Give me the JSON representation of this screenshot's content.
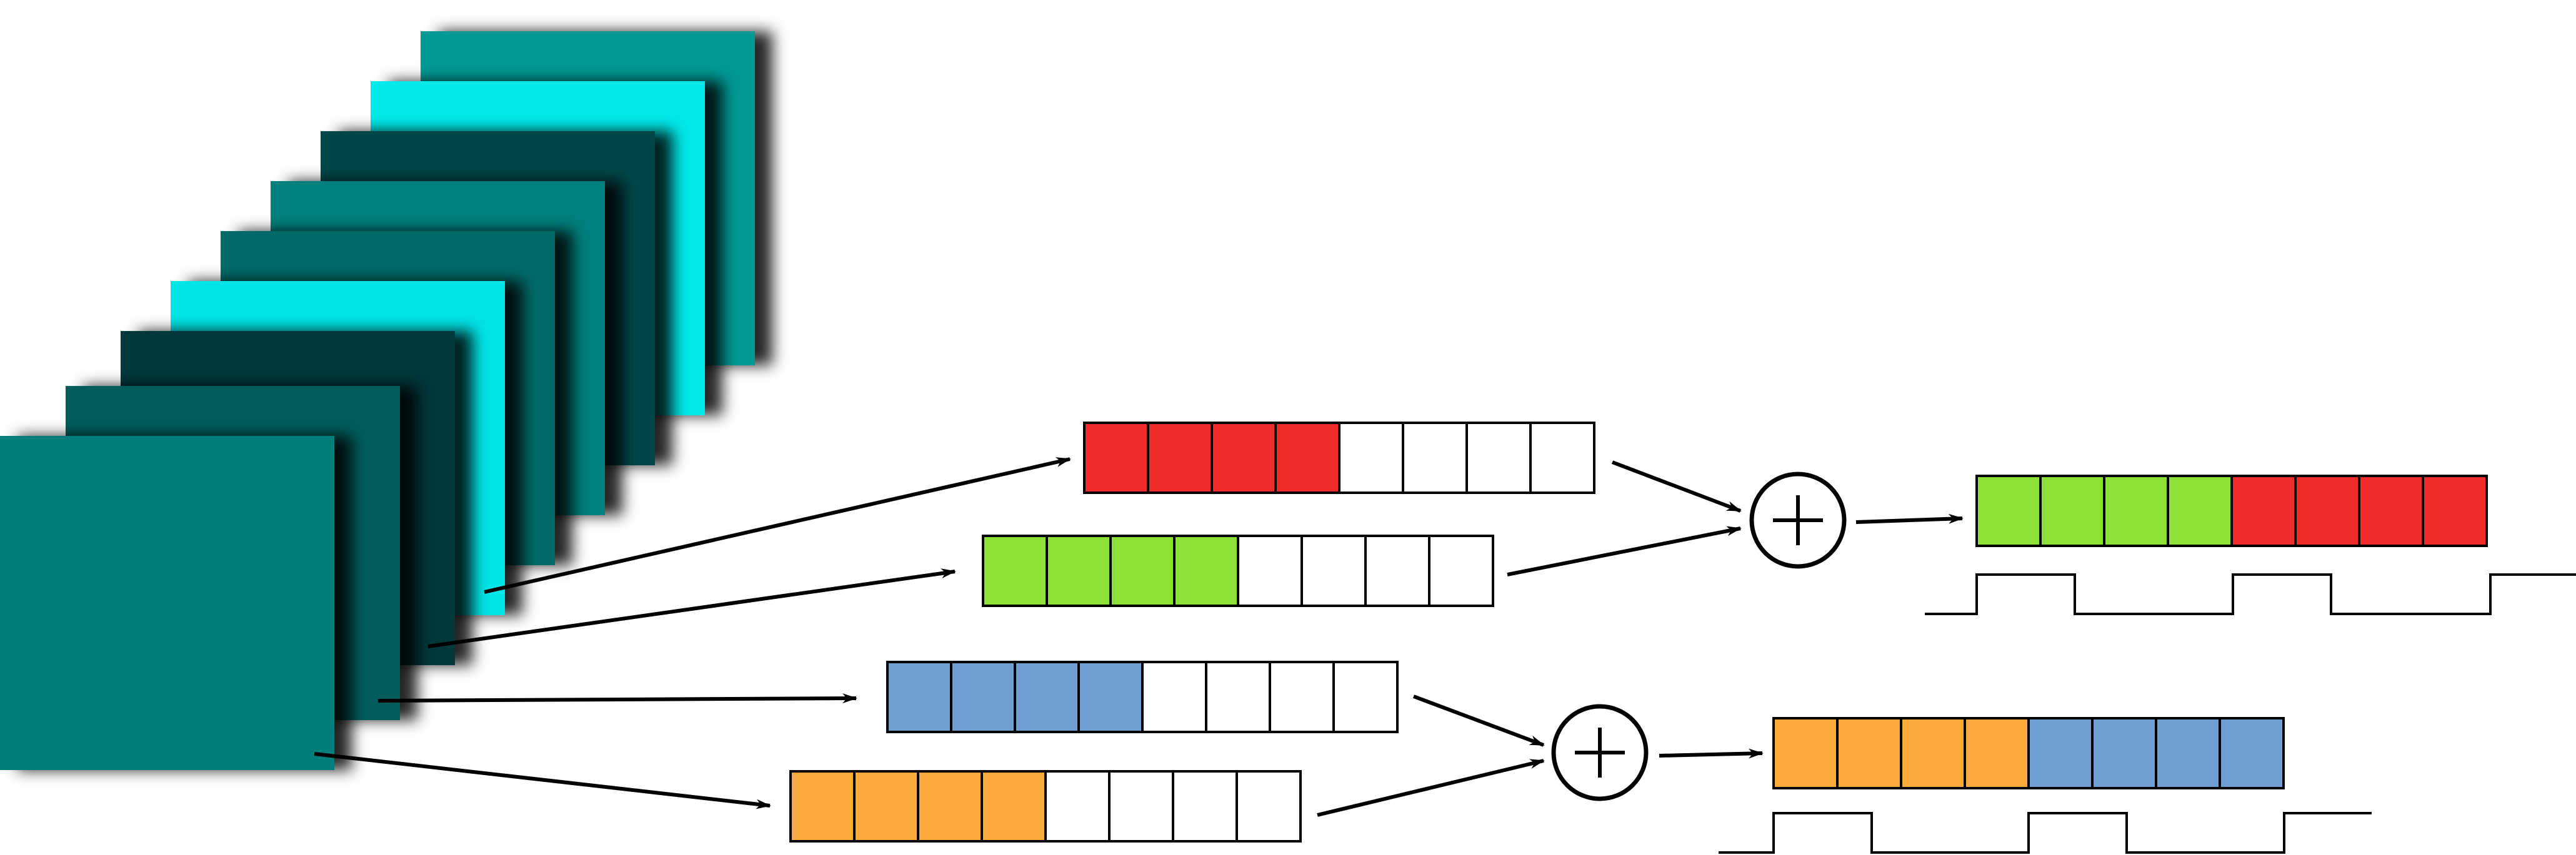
{
  "colors": {
    "background": "#ffffff",
    "stroke": "#000000",
    "empty_cell": "#ffffff",
    "red": "#ef2b2b",
    "green": "#8be235",
    "blue": "#6f9fd2",
    "orange": "#fbab3c"
  },
  "feature_maps": {
    "count": 9,
    "colors_back_to_front": [
      "#009994",
      "#00e8e8",
      "#004748",
      "#00807c",
      "#006a68",
      "#00e4e6",
      "#00393a",
      "#005d5c",
      "#007f7a"
    ]
  },
  "sequences": [
    {
      "id": "red-sequence",
      "cells": 8,
      "filled": 4,
      "color": "red"
    },
    {
      "id": "green-sequence",
      "cells": 8,
      "filled": 4,
      "color": "green"
    },
    {
      "id": "blue-sequence",
      "cells": 8,
      "filled": 4,
      "color": "blue"
    },
    {
      "id": "orange-sequence",
      "cells": 8,
      "filled": 4,
      "color": "orange"
    }
  ],
  "adders": [
    {
      "id": "top",
      "symbol": "+"
    },
    {
      "id": "bottom",
      "symbol": "+"
    }
  ],
  "merged_outputs": [
    {
      "id": "top-output",
      "colors": [
        "green",
        "green",
        "green",
        "green",
        "red",
        "red",
        "red",
        "red"
      ]
    },
    {
      "id": "bottom-output",
      "colors": [
        "orange",
        "orange",
        "orange",
        "orange",
        "blue",
        "blue",
        "blue",
        "blue"
      ]
    }
  ],
  "signal_patterns": [
    {
      "id": "top-waveform",
      "levels": [
        0,
        1,
        0,
        1,
        0,
        1
      ]
    },
    {
      "id": "bottom-waveform",
      "levels": [
        0,
        1,
        0,
        1,
        0,
        1
      ]
    }
  ]
}
